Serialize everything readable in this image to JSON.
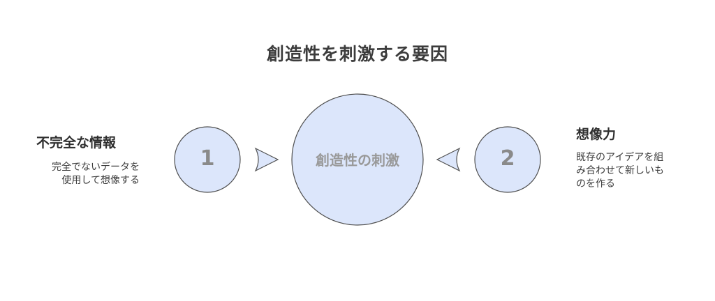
{
  "title": "創造性を刺激する要因",
  "center": {
    "label": "創造性の刺激"
  },
  "left": {
    "number": "1",
    "heading": "不完全な情報",
    "description_lines": [
      "完全でないデータを",
      "使用して想像する"
    ]
  },
  "right": {
    "number": "2",
    "heading": "想像力",
    "description_lines": [
      "既存のアイデアを組",
      "み合わせて新しいも",
      "のを作る"
    ]
  },
  "colors": {
    "node_fill": "#dce6fb",
    "node_stroke": "#4f4f4f",
    "number_text": "#8a8a8a",
    "center_text": "#999999"
  }
}
